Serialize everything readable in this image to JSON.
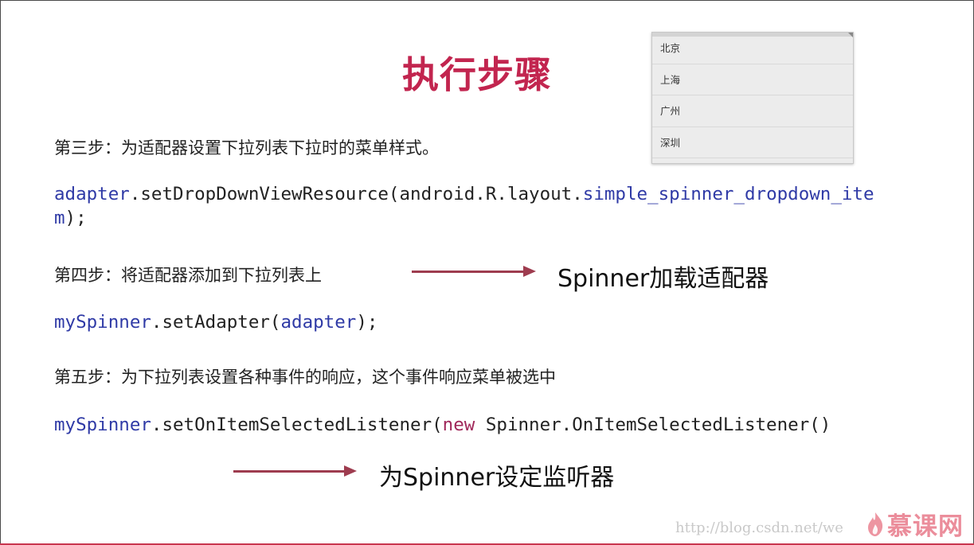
{
  "slide": {
    "title": "执行步骤",
    "step3": "第三步：为适配器设置下拉列表下拉时的菜单样式。",
    "code3": {
      "obj": "adapter",
      "call": ".setDropDownViewResource(android.R.layout.",
      "res_line1": "simple_spinner_dropdown_ite",
      "res_line2": "m",
      "end": ");"
    },
    "step4": "第四步：将适配器添加到下拉列表上",
    "note4": "Spinner加载适配器",
    "code4": {
      "obj": "mySpinner",
      "call": ".setAdapter(",
      "arg": "adapter",
      "end": ");"
    },
    "step5": "第五步：为下拉列表设置各种事件的响应，这个事件响应菜单被选中",
    "code5": {
      "obj": "mySpinner",
      "call": ".setOnItemSelectedListener(",
      "kw": "new",
      "rest": " Spinner.OnItemSelectedListener()"
    },
    "note5": "为Spinner设定监听器"
  },
  "dropdown": {
    "items": [
      "北京",
      "上海",
      "广州",
      "深圳"
    ]
  },
  "watermark": "http://blog.csdn.net/we",
  "logo": {
    "text": "慕课网",
    "color": "#e87a8a"
  },
  "colors": {
    "title": "#c2254f",
    "code_blue": "#2f3aa6",
    "keyword": "#a0285a",
    "arrow": "#9e3c4f"
  }
}
